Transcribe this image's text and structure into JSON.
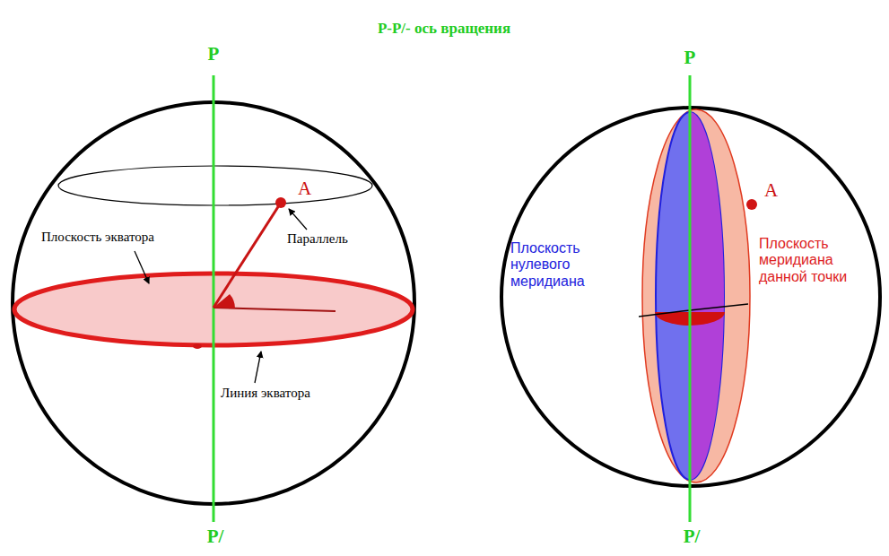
{
  "diagram": {
    "title": "P-P/- ось вращения",
    "labels": [
      "P",
      "P/",
      "A",
      "Плоскость экватора",
      "Параллель",
      "Линия экватора",
      "P",
      "P/",
      "A",
      "Плоскость нулевого меридиана",
      "Плоскость меридиана данной точки"
    ]
  }
}
